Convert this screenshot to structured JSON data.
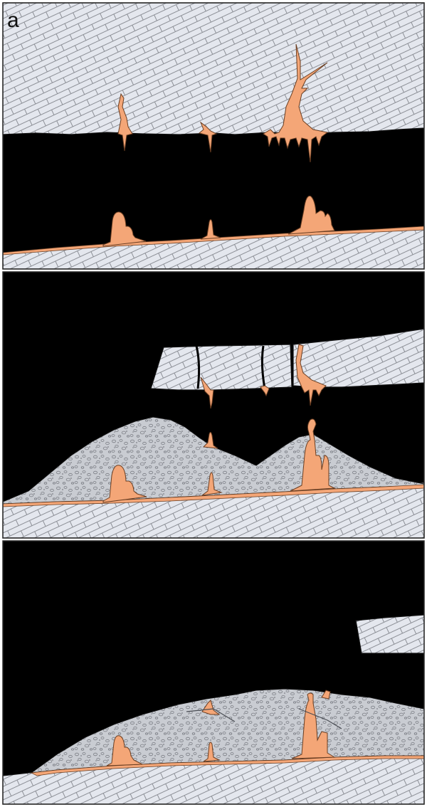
{
  "figure": {
    "panel_label": "a"
  },
  "colors": {
    "void": "#000000",
    "rock_fill": "#e4e7ee",
    "brick_line": "#8c8f96",
    "speleothem": "#f4a677",
    "speleothem_outline": "#6a3e22",
    "rubble_fill": "#c9ccd2",
    "rubble_pebble": "#7b7e85",
    "frame": "#2a2a2a"
  },
  "panels": [
    {
      "stage": "intact-cave"
    },
    {
      "stage": "roof-collapse"
    },
    {
      "stage": "buried-deposit"
    }
  ]
}
